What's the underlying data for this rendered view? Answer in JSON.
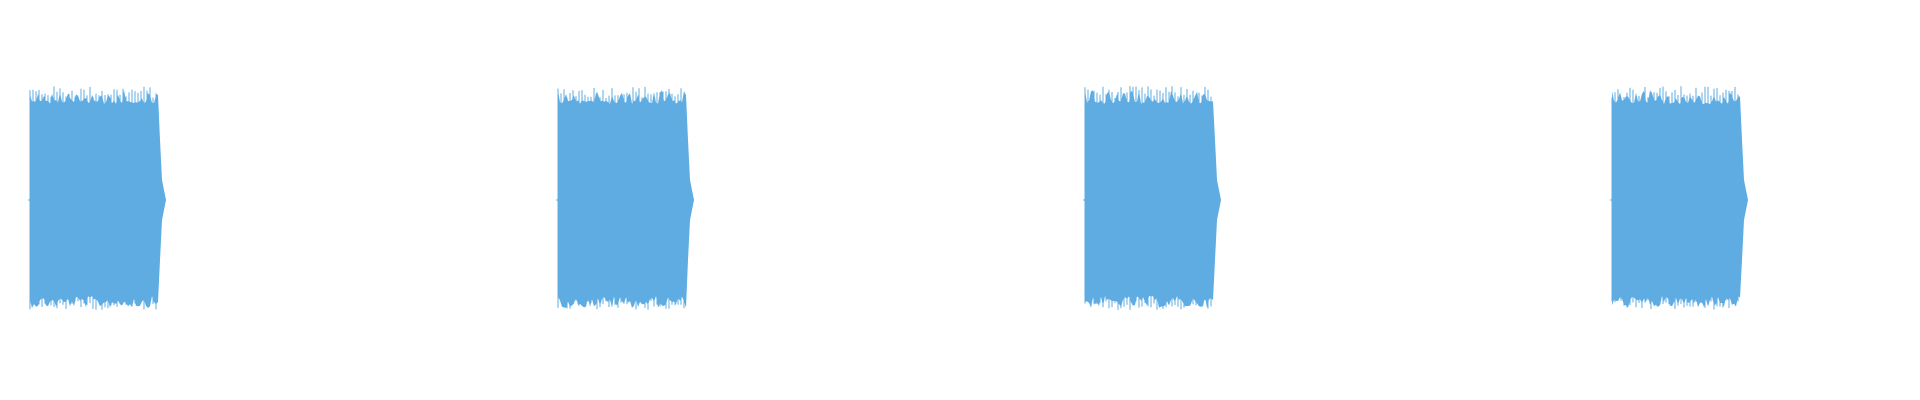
{
  "waveform": {
    "color": "#5eace2",
    "background": "#ffffff",
    "burst_count": 4,
    "bursts": [
      {
        "index": 1
      },
      {
        "index": 2
      },
      {
        "index": 3
      },
      {
        "index": 4
      }
    ]
  }
}
